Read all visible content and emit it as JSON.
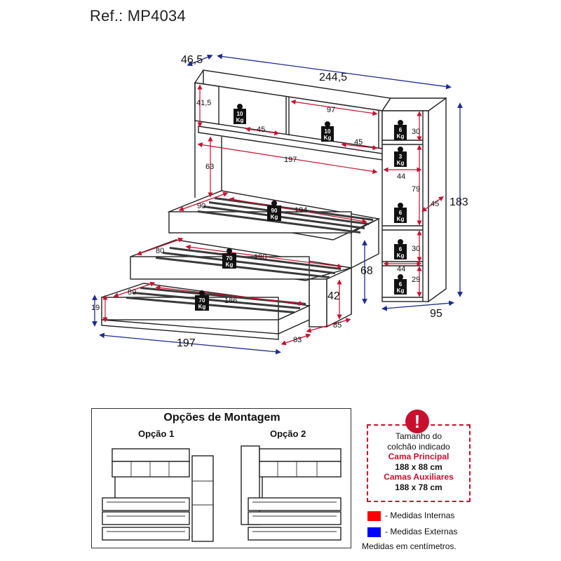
{
  "ref": "Ref.: MP4034",
  "dims": {
    "depth_top": "46,5",
    "total_width": "244,5",
    "niche_height": "41,5",
    "niche_width": "97",
    "niche_depth_a": "45",
    "niche_depth_b": "45",
    "under_height": "63",
    "inner_width": "197",
    "main_bed_w": "90",
    "main_bed_l": "194",
    "aux1_w": "80",
    "aux1_l": "190",
    "aux2_w": "80",
    "aux2_l": "186",
    "aux2_h": "19",
    "bed_height": "68",
    "aux1_height": "42",
    "aux_depth": "85",
    "aux2_depth": "83",
    "bottom_width": "197",
    "total_height": "183",
    "total_depth": "95",
    "col_shelf_top": "30",
    "col_shelf_width": "44",
    "col_shelf_mid": "79",
    "col_depth": "45",
    "col_shelf_low": "30",
    "col_shelf_width_low": "44",
    "col_shelf_bottom": "29"
  },
  "weights": {
    "w10a": [
      "10",
      "Kg"
    ],
    "w10b": [
      "10",
      "Kg"
    ],
    "w6a": [
      "6",
      "Kg"
    ],
    "w3": [
      "3",
      "Kg"
    ],
    "w6b": [
      "6",
      "Kg"
    ],
    "w6c": [
      "6",
      "Kg"
    ],
    "w6d": [
      "6",
      "Kg"
    ],
    "w90": [
      "90",
      "Kg"
    ],
    "w70a": [
      "70",
      "Kg"
    ],
    "w70b": [
      "70",
      "Kg"
    ]
  },
  "options": {
    "title": "Opções de Montagem",
    "opt1": "Opção 1",
    "opt2": "Opção 2"
  },
  "note": {
    "line1": "Tamanho do",
    "line2": "colchão indicado",
    "main_label": "Cama Principal",
    "main_size": "188 x 88 cm",
    "aux_label": "Camas Auxiliares",
    "aux_size": "188 x 78 cm"
  },
  "legend": {
    "internal": "- Medidas Internas",
    "external": "- Medidas Externas",
    "units": "Medidas em centímetros.",
    "internal_color": "#ff0000",
    "external_color": "#0000ff"
  },
  "icons": {
    "warning": "!"
  }
}
